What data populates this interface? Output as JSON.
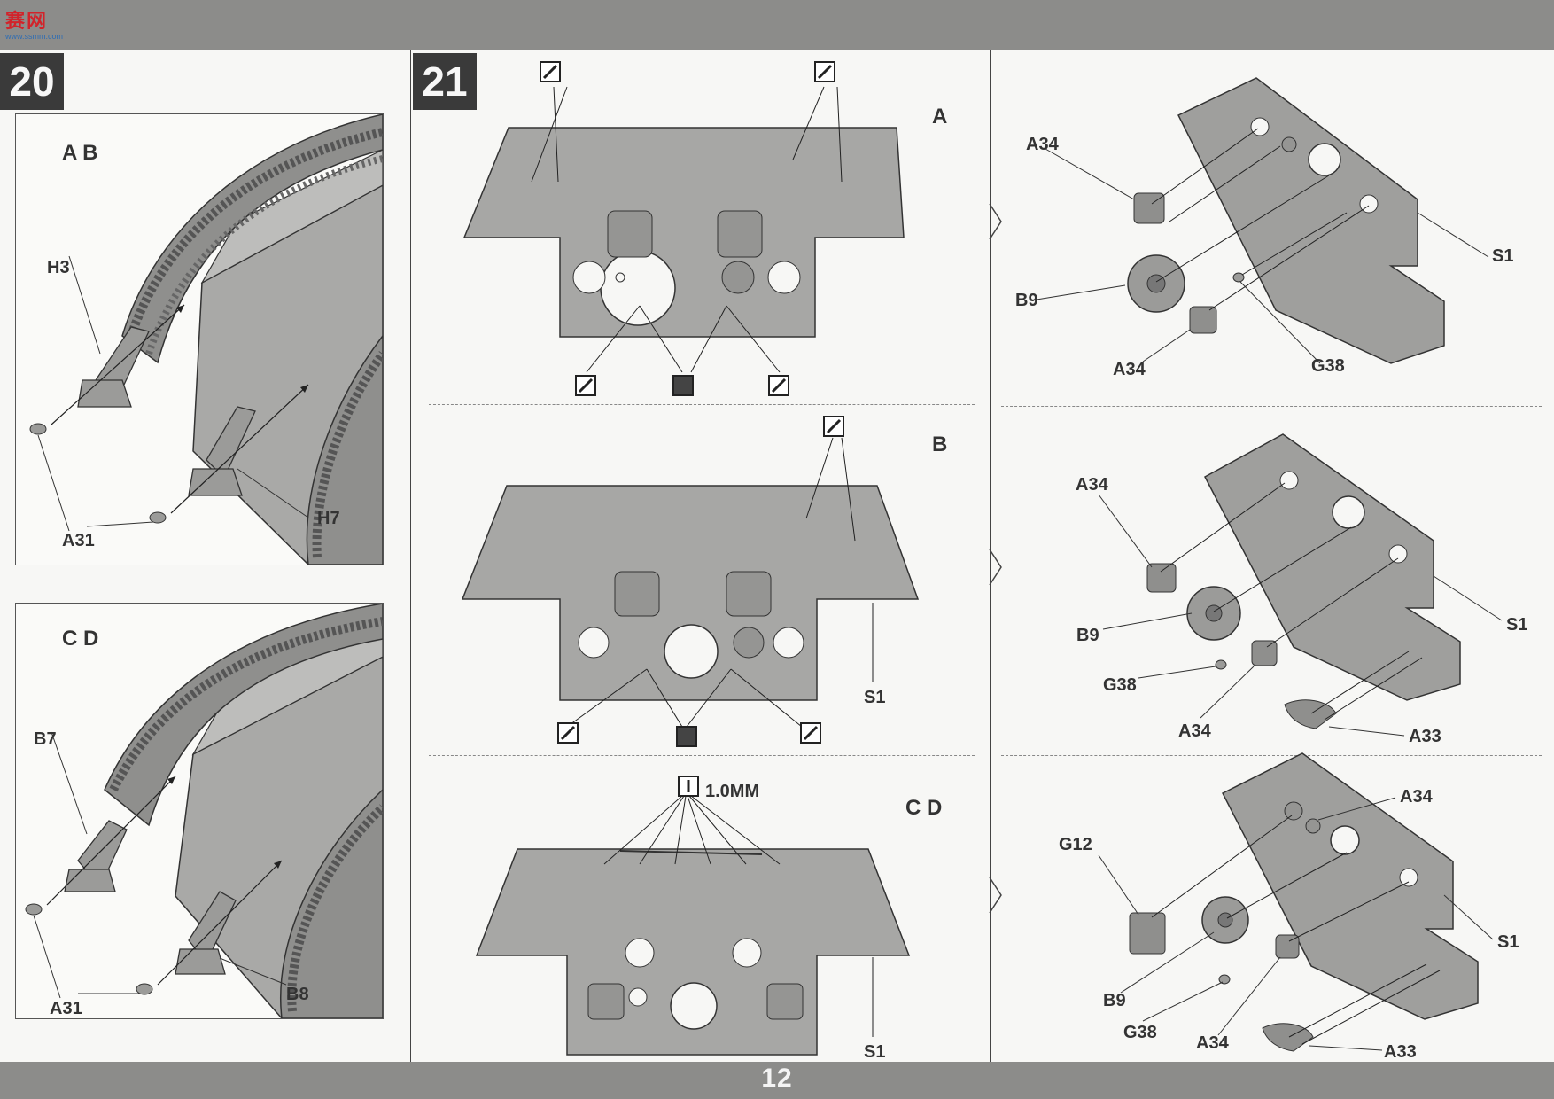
{
  "header": {
    "logo_primary": "赛网",
    "logo_secondary": "www.ssmm.com"
  },
  "page_number": "12",
  "step20": {
    "number": "20",
    "panels": [
      {
        "label": "A  B",
        "parts": [
          "H3",
          "A31",
          "H7"
        ]
      },
      {
        "label": "C  D",
        "parts": [
          "B7",
          "A31",
          "B8"
        ]
      }
    ]
  },
  "step21": {
    "number": "21",
    "rows": [
      {
        "label": "A",
        "parts_left": [],
        "parts_right": [
          "A34",
          "B9",
          "A34",
          "G38",
          "S1"
        ]
      },
      {
        "label": "B",
        "parts_left": [
          "S1"
        ],
        "parts_right": [
          "A34",
          "B9",
          "G38",
          "A34",
          "A33",
          "S1"
        ]
      },
      {
        "label": "C  D",
        "drill_size": "1.0MM",
        "parts_left": [
          "S1"
        ],
        "parts_right": [
          "G12",
          "A34",
          "B9",
          "G38",
          "A34",
          "A33",
          "S1"
        ]
      }
    ]
  },
  "colors": {
    "band": "#8c8c8a",
    "part_fill": "#9b9b99",
    "line": "#333333"
  }
}
